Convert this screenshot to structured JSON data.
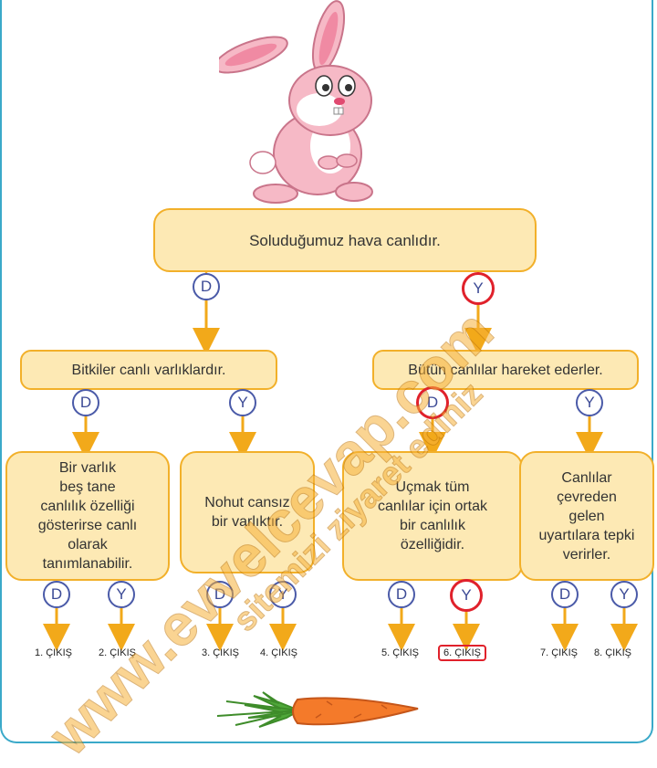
{
  "root": "Soluduğumuz hava canlıdır.",
  "left_mid": "Bitkiler canlı varlıklardır.",
  "right_mid": "Bütün canlılar hareket ederler.",
  "leaf1": "Bir varlık\nbeş tane\ncanlılık özelliği\ngösterirse canlı\nolarak\ntanımlanabilir.",
  "leaf2": "Nohut cansız\nbir varlıktır.",
  "leaf3": "Uçmak tüm\ncanlılar için ortak\nbir canlılık\nözelliğidir.",
  "leaf4": "Canlılar\nçevreden\ngelen\nuyartılara tepki\nverirler.",
  "d": "D",
  "y": "Y",
  "exits": [
    "1. ÇIKIŞ",
    "2. ÇIKIŞ",
    "3. ÇIKIŞ",
    "4. ÇIKIŞ",
    "5. ÇIKIŞ",
    "6. ÇIKIŞ",
    "7. ÇIKIŞ",
    "8. ÇIKIŞ"
  ],
  "watermark_1": "www.evvelcevap.com",
  "watermark_2": "sitemizi ziyaret ediniz",
  "colors": {
    "box_fill": "#fde9b4",
    "box_border": "#f2b02a",
    "circle": "#4a5aa8",
    "highlight": "#e0212b",
    "arrow": "#f2a91a"
  }
}
